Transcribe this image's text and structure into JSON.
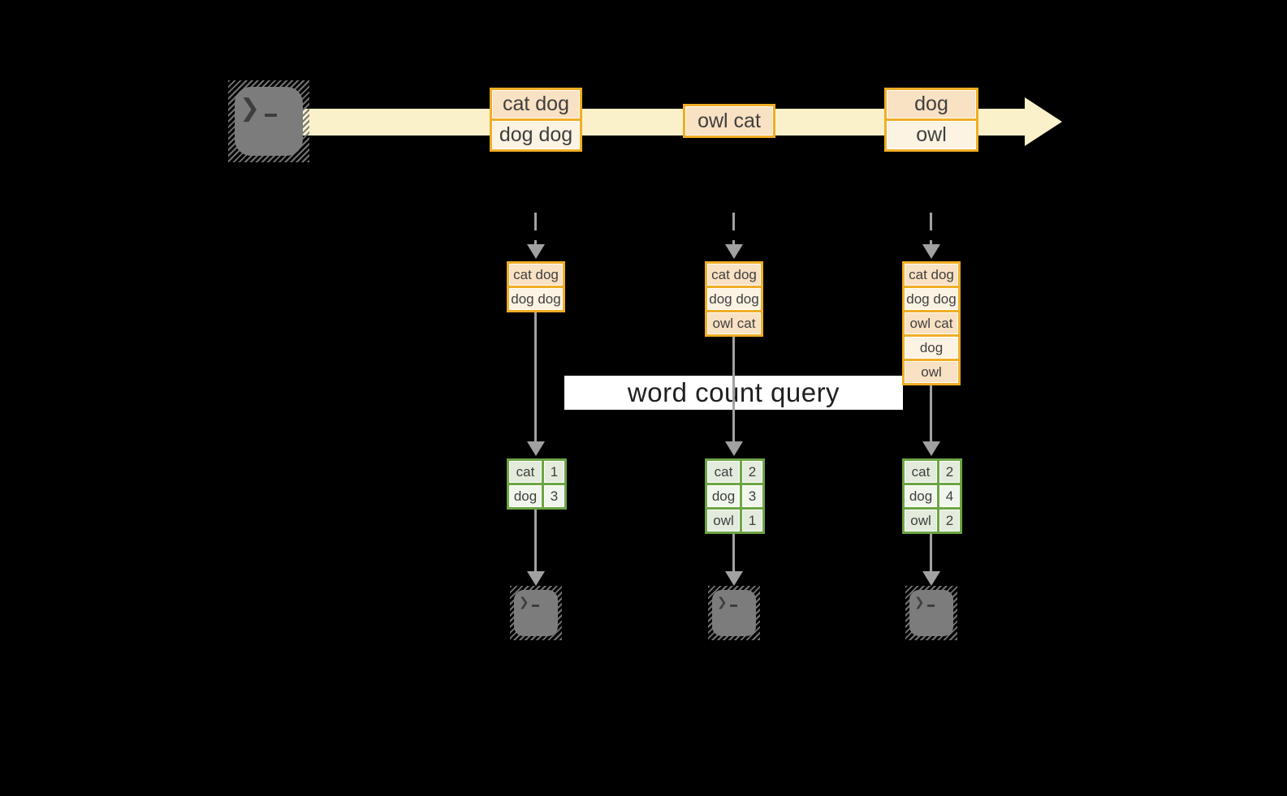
{
  "query_label": "word count query",
  "stream": {
    "events": [
      {
        "cells": [
          "cat dog",
          "dog dog"
        ]
      },
      {
        "cells": [
          "owl cat"
        ]
      },
      {
        "cells": [
          "dog",
          "owl"
        ]
      }
    ]
  },
  "columns": [
    {
      "state": [
        "cat dog",
        "dog dog"
      ],
      "counts": [
        {
          "word": "cat",
          "count": "1"
        },
        {
          "word": "dog",
          "count": "3"
        }
      ]
    },
    {
      "state": [
        "cat dog",
        "dog dog",
        "owl cat"
      ],
      "counts": [
        {
          "word": "cat",
          "count": "2"
        },
        {
          "word": "dog",
          "count": "3"
        },
        {
          "word": "owl",
          "count": "1"
        }
      ]
    },
    {
      "state": [
        "cat dog",
        "dog dog",
        "owl cat",
        "dog",
        "owl"
      ],
      "counts": [
        {
          "word": "cat",
          "count": "2"
        },
        {
          "word": "dog",
          "count": "4"
        },
        {
          "word": "owl",
          "count": "2"
        }
      ]
    }
  ],
  "icons": {
    "prompt_chevron": "❯"
  },
  "colors": {
    "background": "#000000",
    "stream_fill": "#FAF0CA",
    "event_border": "#F0AE25",
    "event_fill_dark": "#F9E1C3",
    "event_fill_light": "#FDF3E3",
    "table_border": "#6CA644",
    "table_fill_dark": "#E3EBDC",
    "table_fill_light": "#F1F6EC",
    "arrow_gray": "#A1A1A1",
    "terminal_gray": "#7C7C7C",
    "text": "#3F3F3F"
  }
}
